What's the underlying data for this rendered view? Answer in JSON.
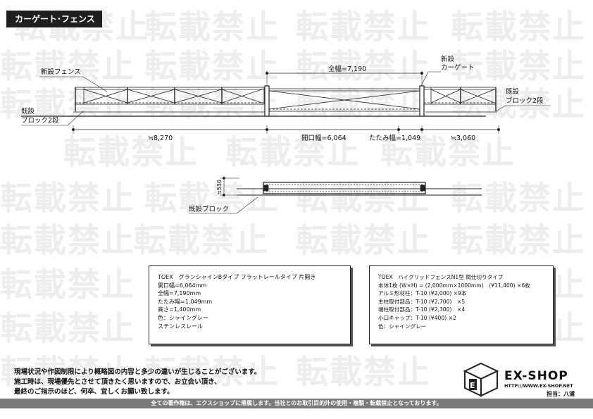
{
  "header": {
    "title": "カーゲート･フェンス"
  },
  "watermark": {
    "text": "転載禁止"
  },
  "plan": {
    "new_fence_label": "新設フェンス",
    "new_gate_label_line1": "新設",
    "new_gate_label_line2": "カーゲート",
    "existing_block_left_line1": "既設",
    "existing_block_left_line2": "ブロック2段",
    "existing_block_right_line1": "既設",
    "existing_block_right_line2": "ブロック2段",
    "full_width": "全幅=7,190",
    "dim_total": "≒8,270",
    "dim_opening": "開口幅=6,064",
    "dim_folding": "たたみ幅=1,049",
    "dim_right": "≒3,060"
  },
  "section": {
    "height_dim": "≒530",
    "existing_block_label": "既設ブロック"
  },
  "spec_gate": {
    "lines": [
      "TOEX　グランシャインBタイプ フラットレールタイプ 片開き",
      "開口幅=6,064mm",
      "全幅=7,190mm",
      "たたみ幅=1,049mm",
      "高さ=1,400mm",
      "色：シャイングレー",
      "ステンレスレール"
    ]
  },
  "spec_fence": {
    "lines": [
      "TOEX　ハイグリッドフェンスN1型 間仕切りタイプ",
      "本体1枚 (W×H) = (2,000mm×1000mm)　(¥11,400) ×6枚",
      "アルミ形材柱：T-10 (¥2,000) ×9本",
      "主柱取付部品：T-10 (¥2,700)　×5",
      "端柱取付部品：T-10 (¥2,300)　×4",
      "小口キャップ：T-10 (¥400) ×2",
      "色：シャイングレー"
    ]
  },
  "notes": {
    "line1": "現場状況や作図制限により概略図の内容と多少の違いが生じることがございます。",
    "line2": "施工時は、現場優先とさせて頂きたく思いますので、お立会い頂き、",
    "line3": "最終のご指示のほど、何卒、宜しくお願い致します。"
  },
  "brand": {
    "name": "EX-SHOP",
    "url": "HTTP://WWW.EX-SHOP.NET",
    "staff": "担当：八浦"
  },
  "footer": {
    "text": "全ての著作権は、エクスショップに帰属します。当社とのお取引目的外の使用・複製・転載禁止となっております。"
  }
}
